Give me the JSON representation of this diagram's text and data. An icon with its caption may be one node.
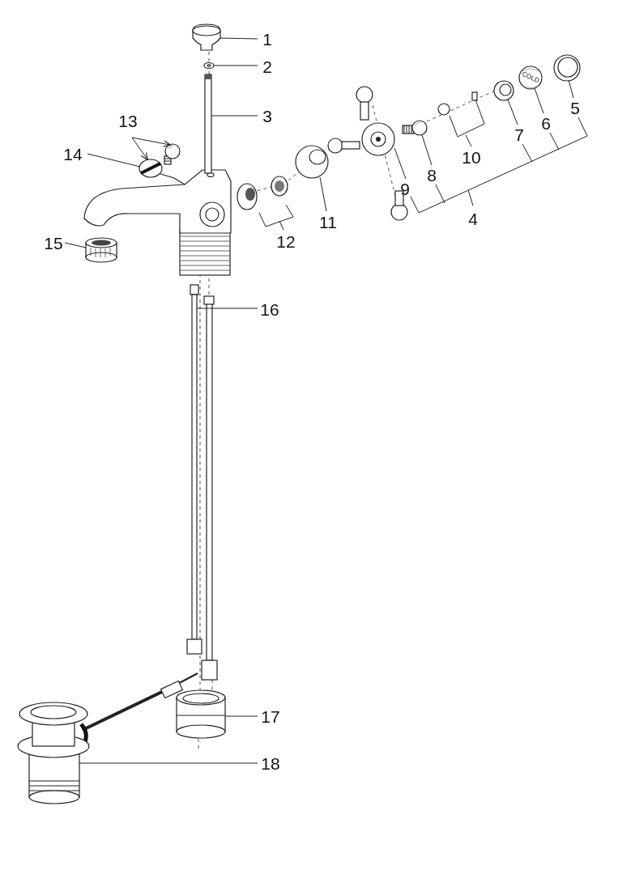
{
  "diagram": {
    "nodes": [
      {
        "text": [
          "1"
        ]
      },
      {
        "text": [],
        "shape": "picture"
      },
      {
        "text": [
          "2"
        ]
      },
      {
        "text": [],
        "shape": "picture"
      },
      {
        "text": [
          "3"
        ]
      },
      {
        "text": [],
        "shape": "picture"
      },
      {
        "text": [
          "13"
        ]
      },
      {
        "text": [],
        "shape": "picture"
      },
      {
        "text": [],
        "shape": "picture"
      },
      {
        "text": [
          "14"
        ]
      },
      {
        "text": [
          "11"
        ]
      },
      {
        "text": [],
        "shape": "picture"
      },
      {
        "text": [
          "9"
        ]
      },
      {
        "text": [],
        "shape": "picture"
      },
      {
        "text": [
          "8"
        ]
      },
      {
        "text": [],
        "shape": "picture"
      },
      {
        "text": [
          "7"
        ]
      },
      {
        "text": [],
        "shape": "picture"
      },
      {
        "text": [
          "6"
        ]
      },
      {
        "text": [],
        "shape": "picture"
      },
      {
        "text": [
          "5"
        ]
      },
      {
        "text": [],
        "shape": "picture"
      },
      {
        "text": [
          "15"
        ]
      },
      {
        "text": [],
        "shape": "picture"
      },
      {
        "text": [
          "16"
        ]
      },
      {
        "text": [],
        "shape": "picture"
      },
      {
        "text": [
          "17"
        ]
      },
      {
        "text": [],
        "shape": "picture"
      },
      {
        "text": [
          "18"
        ]
      },
      {
        "text": [],
        "shape": "picture"
      }
    ],
    "edges": [
      {
        "from": 0,
        "to": 1,
        "arrow": "none"
      },
      {
        "from": 2,
        "to": 3,
        "arrow": "none"
      },
      {
        "from": 4,
        "to": 5,
        "arrow": "none"
      },
      {
        "from": 6,
        "to": 7,
        "arrow": "to"
      },
      {
        "from": 6,
        "to": 8,
        "arrow": "to"
      },
      {
        "from": 9,
        "to": 7,
        "arrow": "none"
      },
      {
        "from": 10,
        "to": 11,
        "arrow": "none"
      },
      {
        "from": 12,
        "to": 13,
        "arrow": "none"
      },
      {
        "from": 14,
        "to": 15,
        "arrow": "none"
      },
      {
        "from": 16,
        "to": 17,
        "arrow": "none"
      },
      {
        "from": 18,
        "to": 19,
        "arrow": "none"
      },
      {
        "from": 20,
        "to": 21,
        "arrow": "none"
      },
      {
        "from": 22,
        "to": 23,
        "arrow": "none"
      },
      {
        "from": 24,
        "to": 25,
        "arrow": "none"
      },
      {
        "from": 26,
        "to": 27,
        "arrow": "none"
      },
      {
        "from": 28,
        "to": 29,
        "arrow": "none"
      }
    ],
    "labels": [
      "12",
      "10",
      "4",
      "COLD"
    ]
  }
}
